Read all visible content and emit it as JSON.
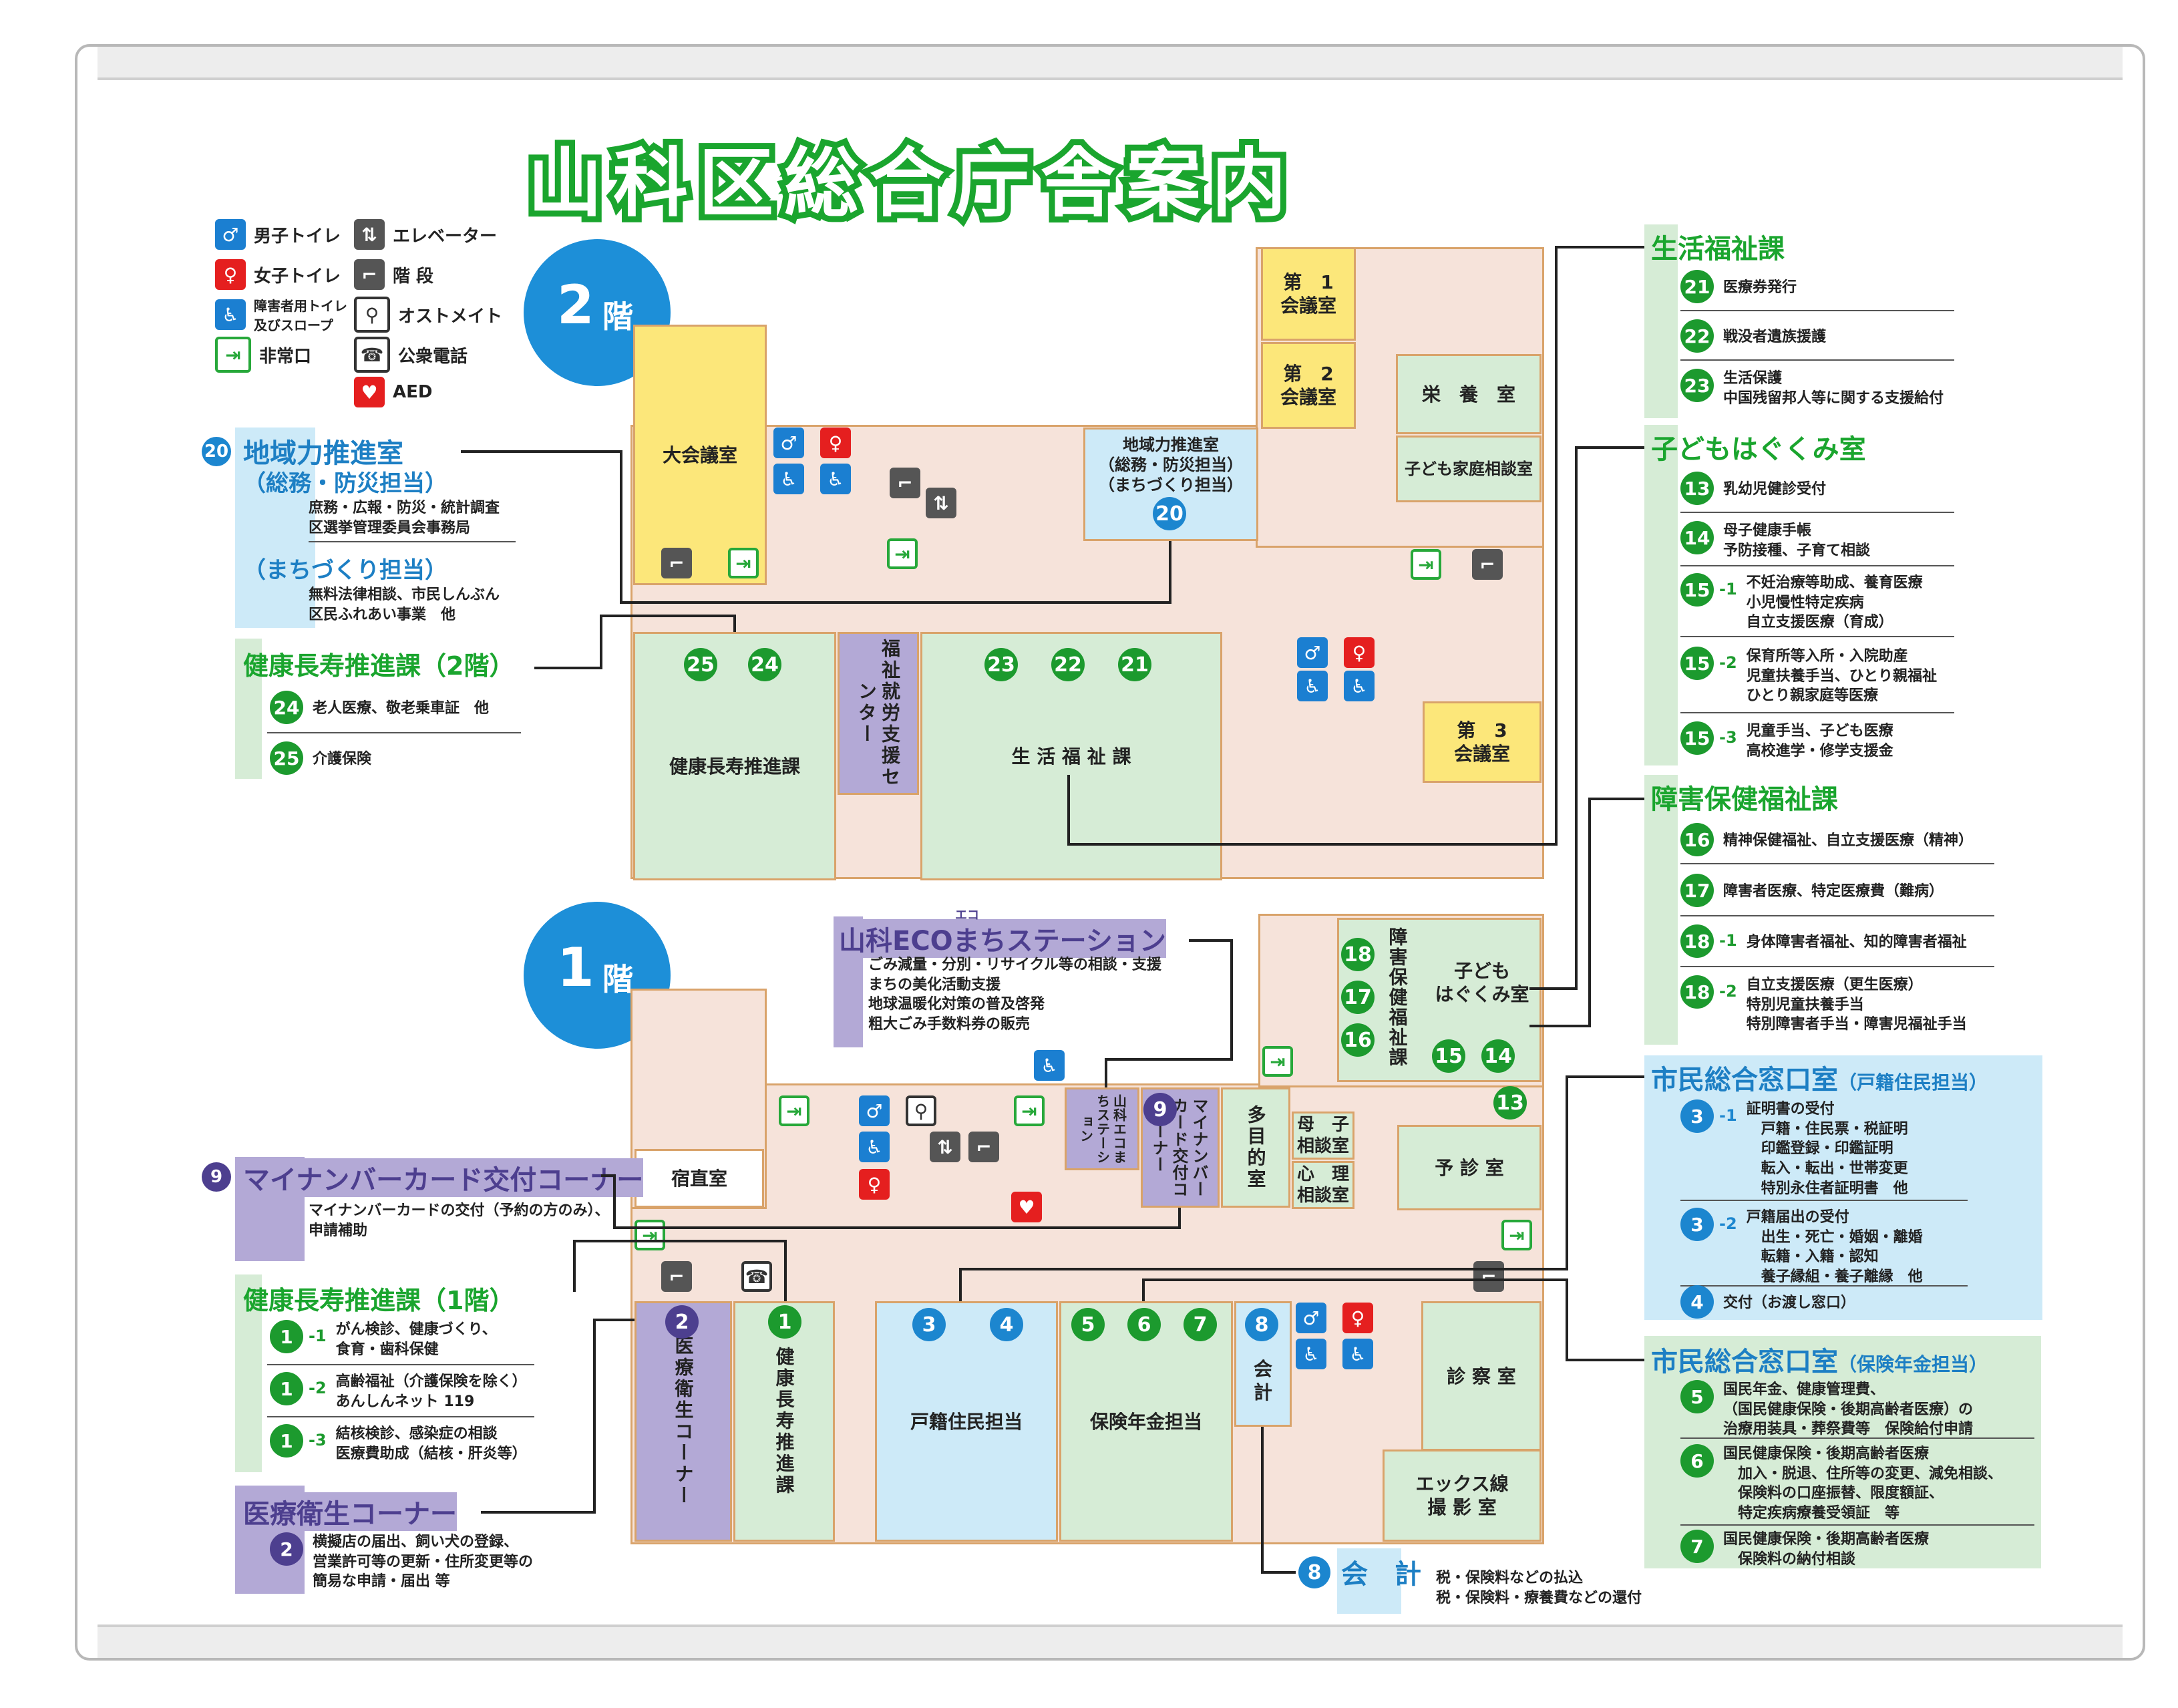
{
  "title": "山科区総合庁舎案内",
  "floors": {
    "f2": "2",
    "f1": "1",
    "suffix": "階"
  },
  "legend": {
    "mens_toilet": "男子トイレ",
    "womens_toilet": "女子トイレ",
    "accessible_toilet": "障害者用トイレ及びスロープ",
    "emergency_exit": "非常口",
    "elevator": "エレベーター",
    "stairs": "階 段",
    "ostomate": "オストメイト",
    "public_phone": "公衆電話",
    "aed": "AED"
  },
  "rooms2": {
    "dai_kaigi": "大会議室",
    "dai1": "第　1\n会議室",
    "dai2": "第　2\n会議室",
    "eiyou": "栄　養　室",
    "kodomo_soudan": "子ども家庭相談室",
    "chiiki": "地域力推進室\n（総務・防災担当）\n（まちづくり担当）",
    "chiiki_num": "20",
    "fukushi_shuro": "福祉就労支援センター",
    "kenko": "健康長寿推進課",
    "seikatsu": "生 活 福 祉 課",
    "dai3": "第　3\n会議室",
    "n25": "25",
    "n24": "24",
    "n23": "23",
    "n22": "22",
    "n21": "21"
  },
  "rooms1": {
    "shukuchoku": "宿直室",
    "eco_station": "山科エコまちステーション",
    "mynumber": "マイナンバーカード交付コーナー",
    "mynumber_num": "9",
    "tamokuteki": "多目的室",
    "boshi": "母　子\n相談室",
    "shinri": "心　理\n相談室",
    "yoshin": "予 診 室",
    "shinsatsu": "診 察 室",
    "xray": "エックス線\n撮 影 室",
    "kodomo": "子ども\nはぐくみ室",
    "shogai": "障害保健福祉課",
    "iryo": "医療衛生コーナー",
    "kenko1": "健康長寿推進課",
    "koseki": "戸籍住民担当",
    "hoken": "保険年金担当",
    "kaikei": "会\n計",
    "n18": "18",
    "n17": "17",
    "n16": "16",
    "n15": "15",
    "n14": "14",
    "n13": "13",
    "n2": "2",
    "n1": "1",
    "n3": "3",
    "n4": "4",
    "n5": "5",
    "n6": "6",
    "n7": "7",
    "n8": "8"
  },
  "left": {
    "chiiki": {
      "num": "20",
      "title": "地域力推進室",
      "sub1": "（総務・防災担当）",
      "desc1": "庶務・広報・防災・統計調査\n区選挙管理委員会事務局",
      "sub2": "（まちづくり担当）",
      "desc2": "無料法律相談、市民しんぶん\n区民ふれあい事業　他"
    },
    "kenko2": {
      "title": "健康長寿推進課（2階）",
      "items": [
        {
          "num": "24",
          "text": "老人医療、敬老乗車証　他"
        },
        {
          "num": "25",
          "text": "介護保険"
        }
      ]
    },
    "eco": {
      "title": "山科ECOまちステーション",
      "ruby": "エコ",
      "desc": "ごみ減量・分別・リサイクル等の相談・支援\nまちの美化活動支援\n地球温暖化対策の普及啓発\n粗大ごみ手数料券の販売"
    },
    "mynumber": {
      "num": "9",
      "title": "マイナンバーカード交付コーナー",
      "desc": "マイナンバーカードの交付（予約の方のみ）、\n申請補助"
    },
    "kenko1": {
      "title": "健康長寿推進課（1階）",
      "items": [
        {
          "num": "1",
          "sub": "-1",
          "text": "がん検診、健康づくり、\n食育・歯科保健"
        },
        {
          "num": "1",
          "sub": "-2",
          "text": "高齢福祉（介護保険を除く）\nあんしんネット 119"
        },
        {
          "num": "1",
          "sub": "-3",
          "text": "結核検診、感染症の相談\n医療費助成（結核・肝炎等）"
        }
      ]
    },
    "iryo": {
      "title": "医療衛生コーナー",
      "num": "2",
      "text": "横擬店の届出、飼い犬の登録、\n営業許可等の更新・住所変更等の\n簡易な申請・届出 等"
    },
    "kaikei": {
      "num": "8",
      "title": "会　計",
      "text": "税・保険料などの払込\n税・保険料・療養費などの還付"
    }
  },
  "right": {
    "seikatsu": {
      "title": "生活福祉課",
      "items": [
        {
          "num": "21",
          "text": "医療券発行"
        },
        {
          "num": "22",
          "text": "戦没者遺族援護"
        },
        {
          "num": "23",
          "text": "生活保護\n中国残留邦人等に関する支援給付"
        }
      ]
    },
    "kodomo": {
      "title": "子どもはぐくみ室",
      "items": [
        {
          "num": "13",
          "sub": "",
          "text": "乳幼児健診受付"
        },
        {
          "num": "14",
          "sub": "",
          "text": "母子健康手帳\n予防接種、子育て相談"
        },
        {
          "num": "15",
          "sub": "-1",
          "text": "不妊治療等助成、養育医療\n小児慢性特定疾病\n自立支援医療（育成）"
        },
        {
          "num": "15",
          "sub": "-2",
          "text": "保育所等入所・入院助産\n児童扶養手当、ひとり親福祉\nひとり親家庭等医療"
        },
        {
          "num": "15",
          "sub": "-3",
          "text": "児童手当、子ども医療\n高校進学・修学支援金"
        }
      ]
    },
    "shogai": {
      "title": "障害保健福祉課",
      "items": [
        {
          "num": "16",
          "sub": "",
          "text": "精神保健福祉、自立支援医療（精神）"
        },
        {
          "num": "17",
          "sub": "",
          "text": "障害者医療、特定医療費（難病）"
        },
        {
          "num": "18",
          "sub": "-1",
          "text": "身体障害者福祉、知的障害者福祉"
        },
        {
          "num": "18",
          "sub": "-2",
          "text": "自立支援医療（更生医療）\n特別児童扶養手当\n特別障害者手当・障害児福祉手当"
        }
      ]
    },
    "shimin_koseki": {
      "title": "市民総合窓口室",
      "tag": "（戸籍住民担当）",
      "items": [
        {
          "num": "3",
          "sub": "-1",
          "text": "証明書の受付\n　戸籍・住民票・税証明\n　印鑑登録・印鑑証明\n　転入・転出・世帯変更\n　特別永住者証明書　他"
        },
        {
          "num": "3",
          "sub": "-2",
          "text": "戸籍届出の受付\n　出生・死亡・婚姻・離婚\n　転籍・入籍・認知\n　養子縁組・養子離縁　他"
        },
        {
          "num": "4",
          "sub": "",
          "text": "交付（お渡し窓口）"
        }
      ]
    },
    "shimin_hoken": {
      "title": "市民総合窓口室",
      "tag": "（保険年金担当）",
      "items": [
        {
          "num": "5",
          "text": "国民年金、健康管理費、\n（国民健康保険・後期高齢者医療）の\n治療用装具・葬祭費等　保険給付申請"
        },
        {
          "num": "6",
          "text": "国民健康保険・後期高齢者医療\n　加入・脱退、住所等の変更、減免相談、\n　保険料の口座振替、限度額証、\n　特定疾病療養受領証　等"
        },
        {
          "num": "7",
          "text": "国民健康保険・後期高齢者医療\n　保険料の納付相談"
        }
      ]
    }
  },
  "colors": {
    "green": "#1aa52e",
    "blue": "#1d8fd8",
    "purple": "#4d3f8f",
    "room_border": "#d9a36a"
  }
}
